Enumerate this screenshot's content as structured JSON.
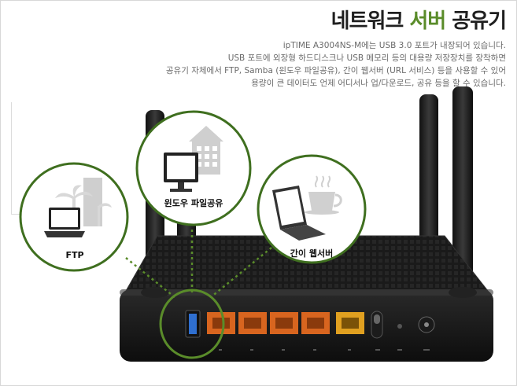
{
  "title": {
    "main": "네트워크 ",
    "accent": "서버",
    "rest": " 공유기"
  },
  "description": [
    "ipTIME A3004NS-M에는 USB 3.0 포트가 내장되어 있습니다.",
    "USB 포트에 외장형 하드디스크나 USB 메모리 등의 대용량 저장장치를 장착하면",
    "공유기 자체에서 FTP, Samba (윈도우 파일공유), 간이 웹서버 (URL 서비스) 등을 사용할 수 있어",
    "용량이 큰 데이터도 언제 어디서나 업/다운로드, 공유 등을 할 수 있습니다."
  ],
  "features": {
    "ftp": "FTP",
    "samba": "윈도우 파일공유",
    "webserver": "간이 웹서버"
  },
  "colors": {
    "accent": "#5a8c2a",
    "circle_border": "#3f6f1f",
    "port": "#d8651f",
    "wan_port": "#e0a020",
    "usb": "#2f6fd0"
  }
}
